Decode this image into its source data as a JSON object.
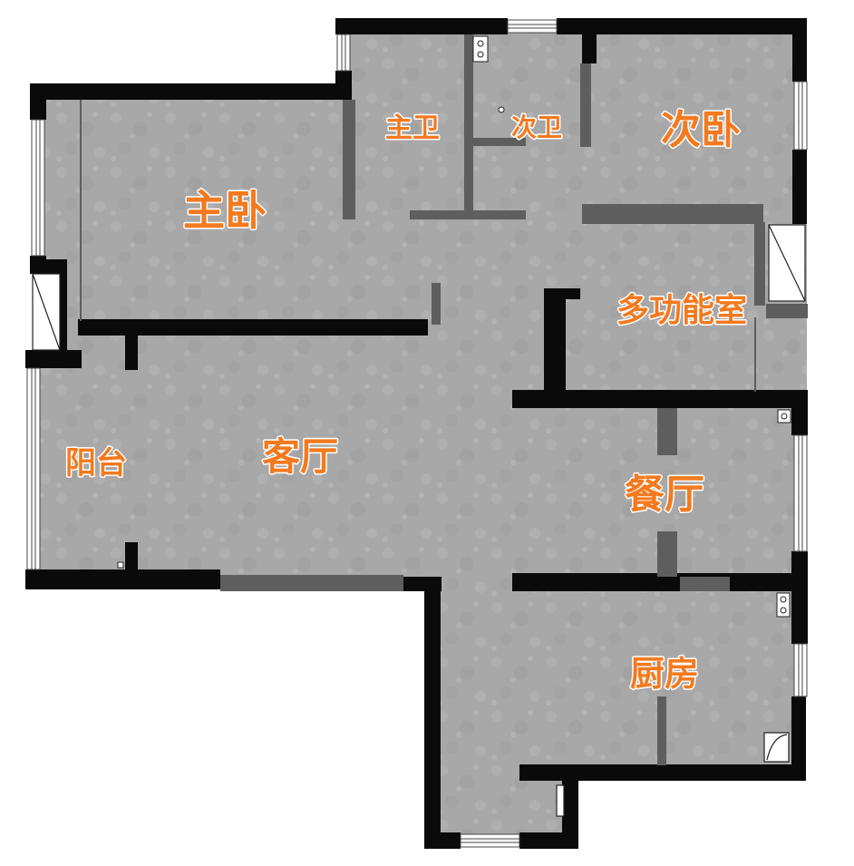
{
  "colors": {
    "floor": "#a8a8a8",
    "wall": "#0a0a0a",
    "partition": "#5e5e5e",
    "window": "#ffffff",
    "label": "#f37a1f"
  },
  "rooms": {
    "master_bedroom": "主卧",
    "master_bath": "主卫",
    "second_bath": "次卫",
    "second_bedroom": "次卧",
    "multi_room": "多功能室",
    "balcony": "阳台",
    "living_room": "客厅",
    "dining_room": "餐厅",
    "kitchen": "厨房"
  }
}
